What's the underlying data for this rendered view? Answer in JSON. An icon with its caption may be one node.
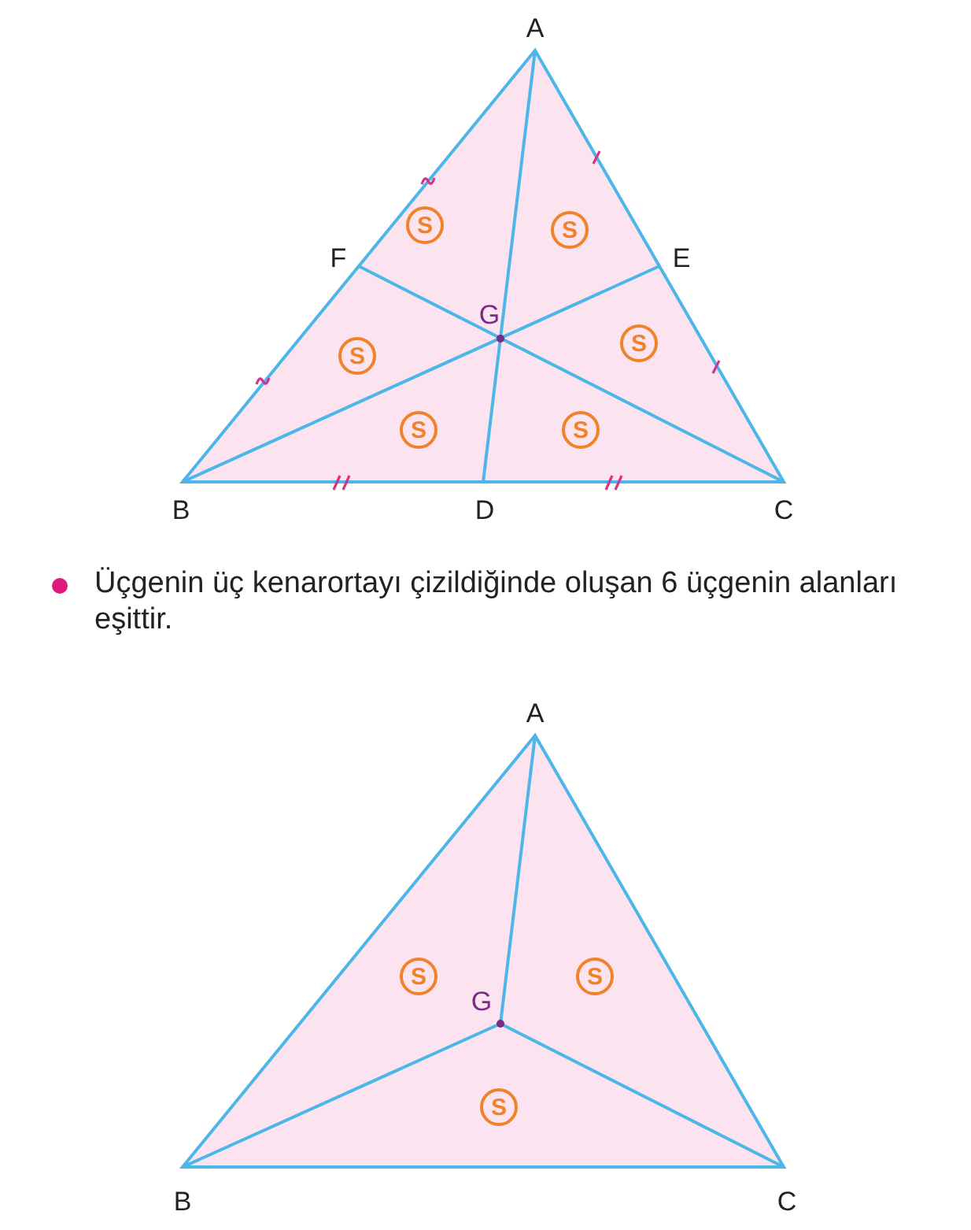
{
  "diagram": {
    "labels": [
      "A",
      "S",
      "S",
      "F",
      "E",
      "G",
      "S",
      "S",
      "S",
      "S",
      "B",
      "D",
      "C",
      "Üçgenin üç kenarortayı çizildiğinde oluşan 6 üçgenin alanları eşittir.",
      "A",
      "S",
      "G",
      "S",
      "S",
      "B",
      "C"
    ]
  }
}
